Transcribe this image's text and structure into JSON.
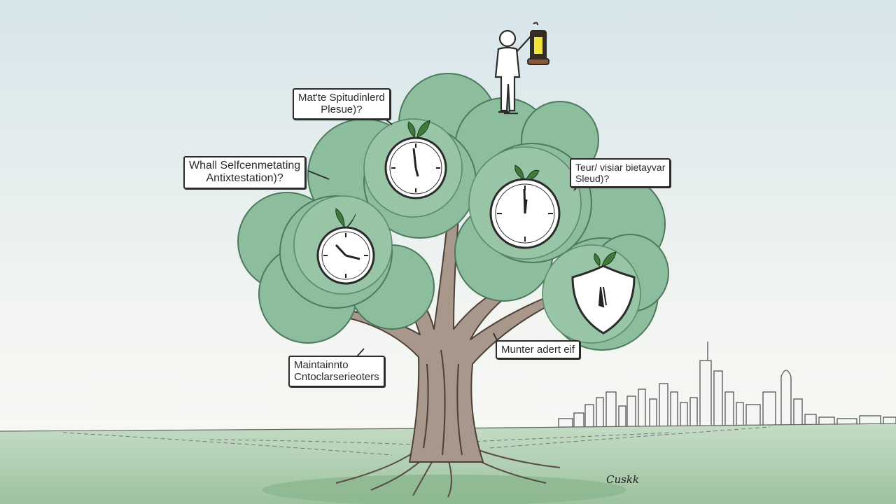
{
  "callouts": {
    "top": [
      "Mat'te Spitudinlerd",
      "Plesue)?"
    ],
    "left": [
      "Whall Selfcenmetating",
      "Antixtestation)?"
    ],
    "right": [
      "Teur/ visiar bietayvar",
      "Sleud)?"
    ],
    "trunk_right": "Munter adert eif",
    "trunk_left": [
      "Maintainnto",
      "Cntoclarserieoters"
    ]
  },
  "signature": "Cuskk",
  "colors": {
    "sky_top": "#d7e6ea",
    "sky_bottom": "#f7f8f4",
    "foliage": "#8dbf9f",
    "foliage_dark": "#6e9f80",
    "trunk": "#a9968a",
    "ground": "#a8c9ab",
    "ink": "#2b2b2b",
    "lantern_glow": "#f2e33a"
  },
  "icons": [
    "clock-icon",
    "shield-icon",
    "lantern-icon",
    "person-icon",
    "leaf-icon"
  ]
}
